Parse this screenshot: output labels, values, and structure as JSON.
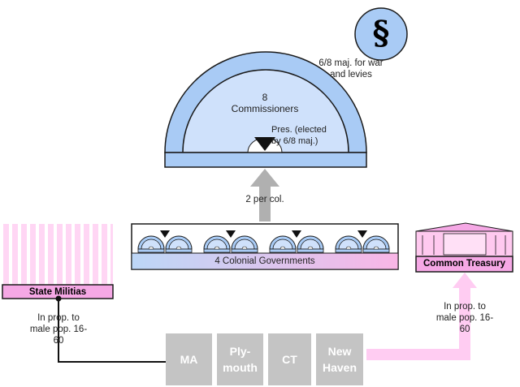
{
  "symbol": "§",
  "council": {
    "count": "8",
    "members": "Commissioners",
    "president": "Pres. (elected by 6/8 maj.)",
    "majority_note": "6/8 maj. for war and levies"
  },
  "arrow_label": "2 per col.",
  "colonial_governments": "4 Colonial Governments",
  "militias": {
    "title": "State Militias",
    "note": "In prop. to male pop. 16-60"
  },
  "treasury": {
    "title": "Common Treasury",
    "note": "In prop. to male pop. 16-60"
  },
  "colonies": [
    "MA",
    "Ply-\nmouth",
    "CT",
    "New\nHaven"
  ],
  "colors": {
    "council_outer": "#a9cbf5",
    "council_inner": "#cfe1fb",
    "pink": "#ffccf2",
    "pink_dark": "#f5a8e5",
    "grey": "#c4c4c4",
    "text": "#222222"
  }
}
